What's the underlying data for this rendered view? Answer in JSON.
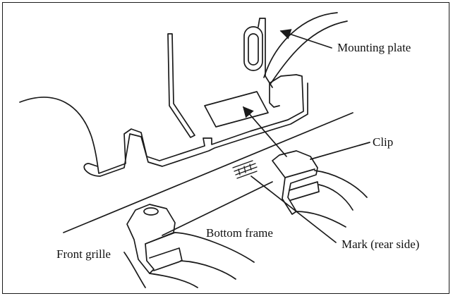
{
  "labels": {
    "mounting_plate": "Mounting plate",
    "clip": "Clip",
    "bottom_frame": "Bottom frame",
    "mark": "Mark (rear side)",
    "front_grille": "Front grille"
  },
  "colors": {
    "line": "#1a1a1a",
    "background": "#ffffff"
  }
}
